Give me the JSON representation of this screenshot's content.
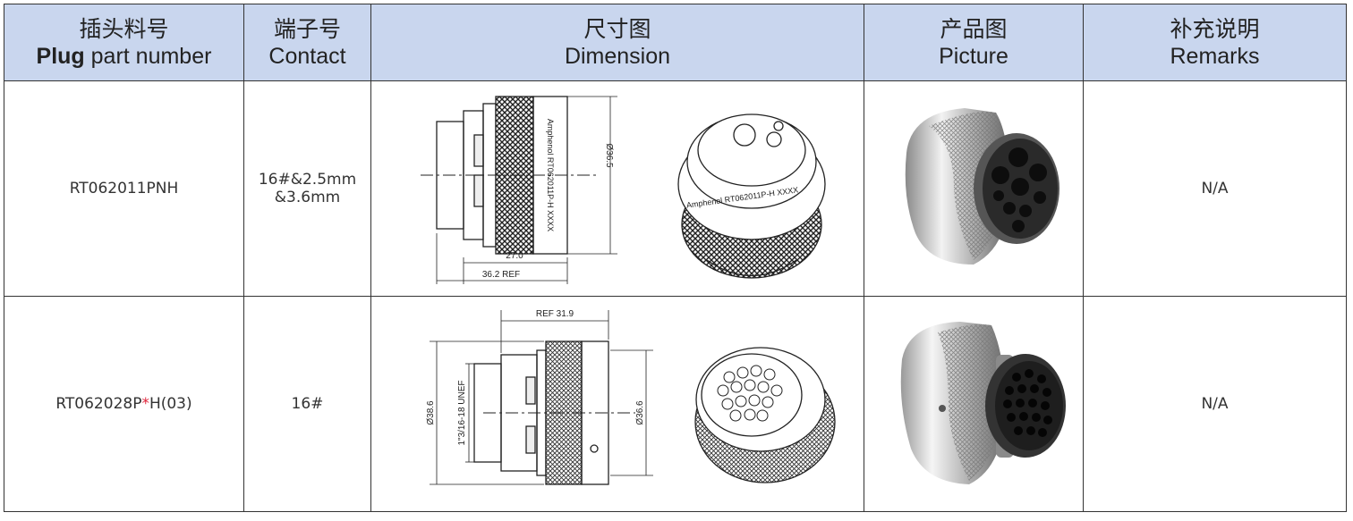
{
  "headers": [
    {
      "zh": "插头料号",
      "en_bold": "Plug",
      "en": " part number"
    },
    {
      "zh": "端子号",
      "en_bold": "",
      "en": "Contact"
    },
    {
      "zh": "尺寸图",
      "en_bold": "",
      "en": "Dimension"
    },
    {
      "zh": "产品图",
      "en_bold": "",
      "en": "Picture"
    },
    {
      "zh": "补充说明",
      "en_bold": "",
      "en": "Remarks"
    }
  ],
  "rows": [
    {
      "part_number": "RT062011PNH",
      "contact_line1": "16#&2.5mm",
      "contact_line2": "&3.6mm",
      "remarks": "N/A",
      "dim": {
        "len1": "27.0",
        "len2": "36.2 REF",
        "dia": "Ø36.5",
        "marking": "Amphenol  RT062011P-H  XXXX",
        "side_marking": "Amphenol  RT062011P-H  XXXX"
      }
    },
    {
      "part_number_prefix": "RT062028P",
      "part_number_star": "*",
      "part_number_suffix": "H(03)",
      "contact": "16#",
      "remarks": "N/A",
      "dim": {
        "len_ref": "REF 31.9",
        "dia_outer": "Ø38.6",
        "thread": "1\"3/16-18 UNEF",
        "dia_inner": "Ø36.6"
      }
    }
  ]
}
